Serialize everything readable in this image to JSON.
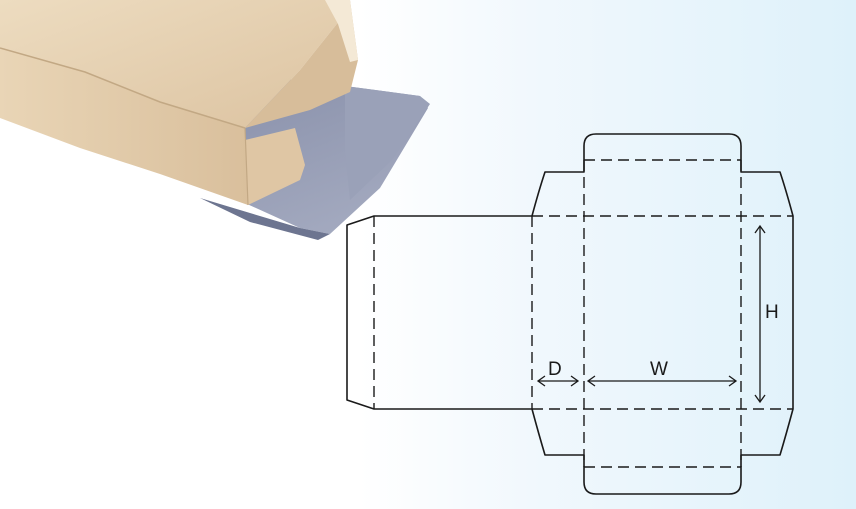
{
  "diagram": {
    "labels": {
      "depth": "D",
      "width": "W",
      "height": "H"
    }
  },
  "colors": {
    "cardboard": "#e8d3b4",
    "cardboard_shadow": "#cfb595",
    "inner_board": "#8c93ad",
    "line": "#1a1a1a",
    "background_tint": "#def1fa"
  }
}
